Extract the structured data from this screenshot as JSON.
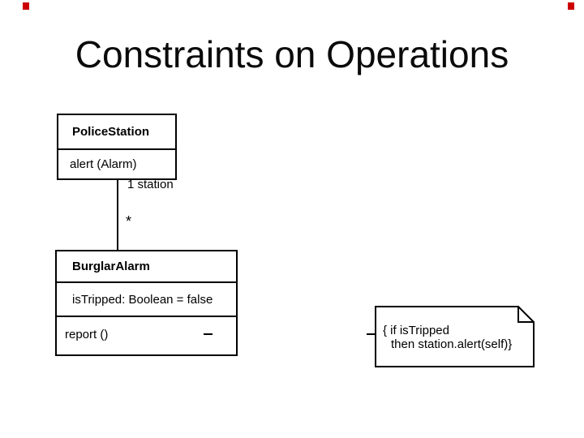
{
  "slide": {
    "title": "Constraints on Operations"
  },
  "decorations": {
    "corner_mark_color": "#cc0000"
  },
  "diagram": {
    "classes": [
      {
        "name": "PoliceStation",
        "attributes": [],
        "operations": [
          "alert (Alarm)"
        ]
      },
      {
        "name": "BurglarAlarm",
        "attributes": [
          "isTripped: Boolean = false"
        ],
        "operations": [
          "report ()"
        ]
      }
    ],
    "association": {
      "role_label": "1 station",
      "multiplicity_label": "*"
    },
    "note": {
      "line1": "{ if isTripped",
      "line2": "then station.alert(self)}"
    },
    "colors": {
      "line": "#000000",
      "background": "#ffffff"
    }
  }
}
